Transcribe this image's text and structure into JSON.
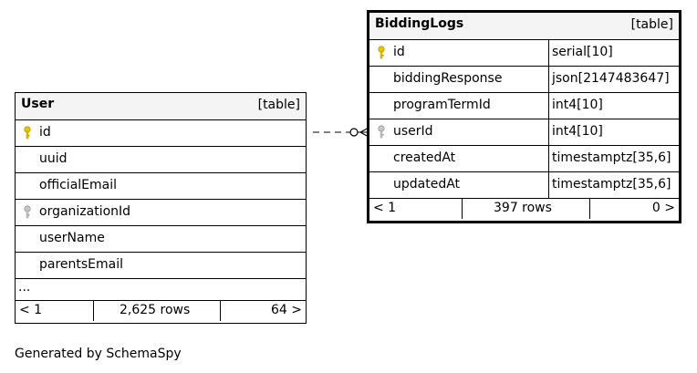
{
  "tables": {
    "user": {
      "name": "User",
      "kind": "[table]",
      "columns": [
        "id",
        "uuid",
        "officialEmail",
        "organizationId",
        "userName",
        "parentsEmail"
      ],
      "more": "...",
      "footer": {
        "prev": "< 1",
        "rows": "2,625 rows",
        "next": "64 >"
      }
    },
    "bidding_logs": {
      "name": "BiddingLogs",
      "kind": "[table]",
      "columns": [
        {
          "name": "id",
          "type": "serial[10]"
        },
        {
          "name": "biddingResponse",
          "type": "json[2147483647]"
        },
        {
          "name": "programTermId",
          "type": "int4[10]"
        },
        {
          "name": "userId",
          "type": "int4[10]"
        },
        {
          "name": "createdAt",
          "type": "timestamptz[35,6]"
        },
        {
          "name": "updatedAt",
          "type": "timestamptz[35,6]"
        }
      ],
      "footer": {
        "prev": "< 1",
        "rows": "397 rows",
        "next": "0 >"
      }
    }
  },
  "icons": {
    "primary_key": "key-icon-gold",
    "foreign_key": "key-icon-gray"
  },
  "colors": {
    "primary_key": "#e6c800",
    "foreign_key": "#b4b4b4",
    "header_bg": "#f4f4f4"
  },
  "generated_by": "Generated by SchemaSpy"
}
